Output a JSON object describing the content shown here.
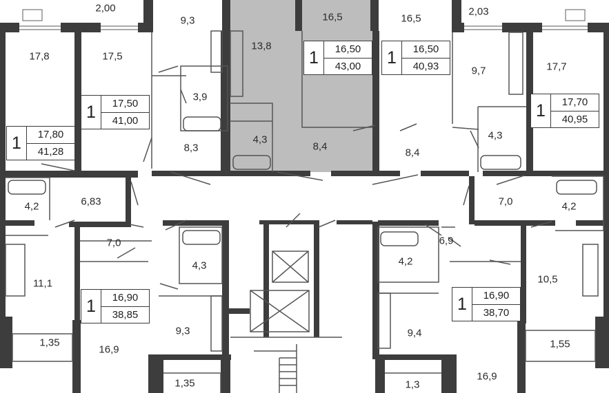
{
  "room_labels": [
    {
      "id": "r01",
      "text": "2,00"
    },
    {
      "id": "r02",
      "text": "9,3"
    },
    {
      "id": "r03",
      "text": "16,5"
    },
    {
      "id": "r04",
      "text": "16,5"
    },
    {
      "id": "r05",
      "text": "2,03"
    },
    {
      "id": "r06",
      "text": "17,8"
    },
    {
      "id": "r07",
      "text": "17,5"
    },
    {
      "id": "r08",
      "text": "13,8"
    },
    {
      "id": "r09",
      "text": "17,7"
    },
    {
      "id": "r10",
      "text": "9,7"
    },
    {
      "id": "r11",
      "text": "3,9"
    },
    {
      "id": "r12",
      "text": "4,3"
    },
    {
      "id": "r13",
      "text": "4,3"
    },
    {
      "id": "r14",
      "text": "8,3"
    },
    {
      "id": "r15",
      "text": "8,4"
    },
    {
      "id": "r16",
      "text": "8,4"
    },
    {
      "id": "r17",
      "text": "4,2"
    },
    {
      "id": "r18",
      "text": "6,83"
    },
    {
      "id": "r19",
      "text": "7,0"
    },
    {
      "id": "r20",
      "text": "4,2"
    },
    {
      "id": "r21",
      "text": "7,0"
    },
    {
      "id": "r22",
      "text": "6,9"
    },
    {
      "id": "r23",
      "text": "4,3"
    },
    {
      "id": "r24",
      "text": "4,2"
    },
    {
      "id": "r25",
      "text": "11,1"
    },
    {
      "id": "r26",
      "text": "10,5"
    },
    {
      "id": "r27",
      "text": "9,3"
    },
    {
      "id": "r28",
      "text": "9,4"
    },
    {
      "id": "r29",
      "text": "1,35"
    },
    {
      "id": "r30",
      "text": "16,9"
    },
    {
      "id": "r31",
      "text": "1,55"
    },
    {
      "id": "r32",
      "text": "1,35"
    },
    {
      "id": "r33",
      "text": "1,3"
    },
    {
      "id": "r34",
      "text": "16,9"
    }
  ],
  "apartments": [
    {
      "id": "a1",
      "rooms": "1",
      "living": "17,80",
      "total": "41,28"
    },
    {
      "id": "a2",
      "rooms": "1",
      "living": "17,50",
      "total": "41,00"
    },
    {
      "id": "a3",
      "rooms": "1",
      "living": "16,50",
      "total": "43,00",
      "highlighted": true
    },
    {
      "id": "a4",
      "rooms": "1",
      "living": "16,50",
      "total": "40,93"
    },
    {
      "id": "a5",
      "rooms": "1",
      "living": "17,70",
      "total": "40,95"
    },
    {
      "id": "a6",
      "rooms": "1",
      "living": "16,90",
      "total": "38,85"
    },
    {
      "id": "a7",
      "rooms": "1",
      "living": "16,90",
      "total": "38,70"
    }
  ],
  "colors": {
    "wall": "#3d3d3d",
    "highlight": "#bdbdbd",
    "thin": "#555555",
    "background": "#ffffff"
  }
}
